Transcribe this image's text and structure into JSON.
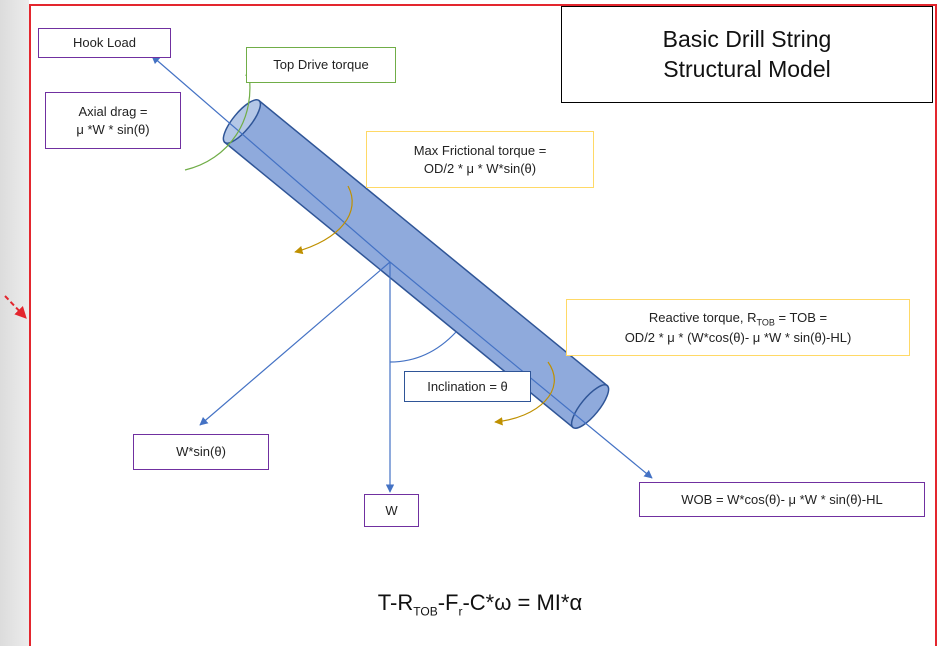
{
  "title": {
    "line1": "Basic Drill String",
    "line2": "Structural Model"
  },
  "labels": {
    "hook_load": "Hook Load",
    "top_drive_torque": "Top Drive torque",
    "axial_drag": "Axial drag =\nμ *W * sin(θ)",
    "max_frictional_torque": "Max Frictional torque =\nOD/2 * μ * W*sin(θ)",
    "reactive_torque_prefix": "Reactive torque, R",
    "reactive_torque_sub": "TOB",
    "reactive_torque_suffix": " = TOB =",
    "reactive_torque_line2": "OD/2 * μ * (W*cos(θ)- μ *W * sin(θ)-HL)",
    "inclination": "Inclination = θ",
    "w_sin": "W*sin(θ)",
    "w": "W",
    "wob": "WOB = W*cos(θ)- μ *W * sin(θ)-HL"
  },
  "equation": {
    "t": "T-R",
    "rtob_sub": "TOB",
    "fr": "-F",
    "fr_sub": "r",
    "rest": "-C*ω = MI*α"
  },
  "colors": {
    "frame_border": "#e3262e",
    "pipe_fill": "#8faadc",
    "pipe_stroke": "#2f5597",
    "force_arrow": "#4472c4",
    "torque_arrow": "#bf9000",
    "top_drive_arrow": "#70ad47",
    "label_border_purple": "#7030a0",
    "label_border_green": "#70ad47",
    "label_border_yellow": "#ffd966",
    "label_border_blue": "#2f5597"
  }
}
